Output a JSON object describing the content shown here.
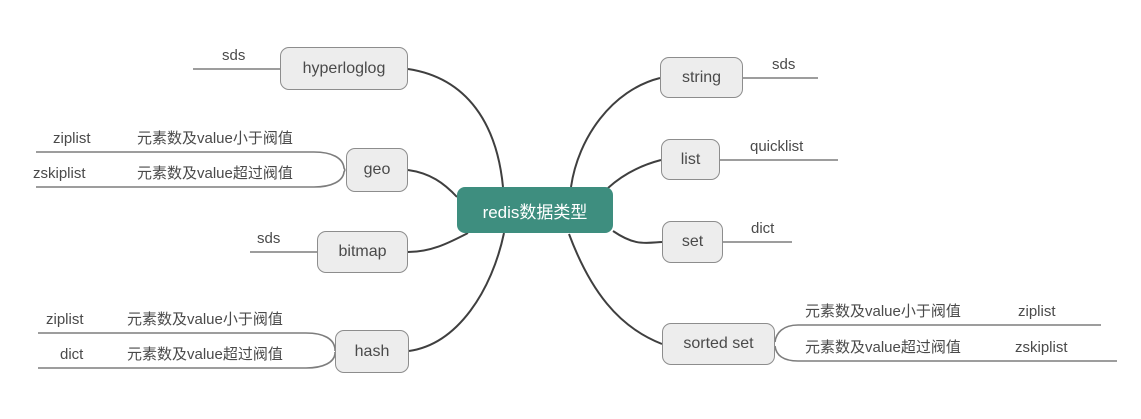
{
  "root": {
    "label": "redis数据类型"
  },
  "colors": {
    "root_bg": "#3E8E7F",
    "root_text": "#FFFFFF",
    "node_bg": "#EDEDED",
    "node_border": "#8D8D8D",
    "branch_line": "#3F3F3F",
    "leaf_line": "#7D7D7D",
    "text": "#4A4A4A"
  },
  "left_branches": [
    {
      "label": "hyperloglog",
      "leaves": [
        {
          "impl": "sds"
        }
      ]
    },
    {
      "label": "geo",
      "leaves": [
        {
          "impl": "ziplist",
          "condition": "元素数及value小于阀值"
        },
        {
          "impl": "zskiplist",
          "condition": "元素数及value超过阀值"
        }
      ]
    },
    {
      "label": "bitmap",
      "leaves": [
        {
          "impl": "sds"
        }
      ]
    },
    {
      "label": "hash",
      "leaves": [
        {
          "impl": "ziplist",
          "condition": "元素数及value小于阀值"
        },
        {
          "impl": "dict",
          "condition": "元素数及value超过阀值"
        }
      ]
    }
  ],
  "right_branches": [
    {
      "label": "string",
      "leaves": [
        {
          "impl": "sds"
        }
      ]
    },
    {
      "label": "list",
      "leaves": [
        {
          "impl": "quicklist"
        }
      ]
    },
    {
      "label": "set",
      "leaves": [
        {
          "impl": "dict"
        }
      ]
    },
    {
      "label": "sorted set",
      "leaves": [
        {
          "condition": "元素数及value小于阀值",
          "impl": "ziplist"
        },
        {
          "condition": "元素数及value超过阀值",
          "impl": "zskiplist"
        }
      ]
    }
  ]
}
